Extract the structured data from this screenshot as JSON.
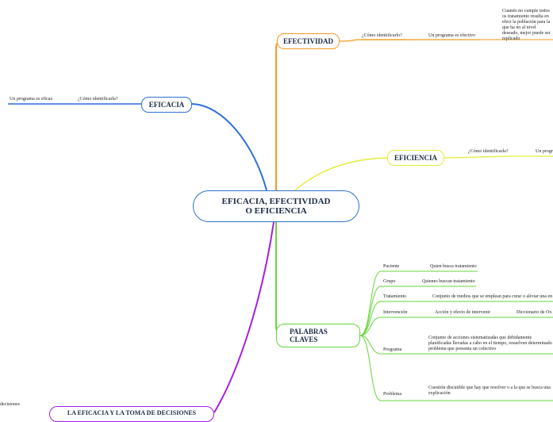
{
  "central": {
    "label": "EFICACIA, EFECTIVIDAD O EFICIENCIA"
  },
  "colors": {
    "central": "#2d72c9",
    "efectividad": "#f39a1e",
    "eficacia": "#2d6fd8",
    "eficiencia": "#e3ec3a",
    "palabras_claves": "#65d63a",
    "toma_decisiones": "#a51ee0"
  },
  "efectividad": {
    "label": "EFECTIVIDAD",
    "question": "¿Cómo identificarlo?",
    "answer": "Un programa es efectivo",
    "detail": "Cuando no cumple todos os tratamiento resulta en efect la población para la que ha no al nivel deseado, mejor puede ser replicado"
  },
  "eficacia": {
    "label": "EFICACIA",
    "question": "¿Cómo identificarla?",
    "answer": "Un programa es eficaz"
  },
  "eficiencia": {
    "label": "EFICIENCIA",
    "question": "¿Cómo identificarla?",
    "answer": "Un progr"
  },
  "palabras_claves": {
    "label": "PALABRAS CLAVES",
    "items": [
      {
        "term": "Paciente",
        "definition": "Quien busca tratamiento",
        "extra": ""
      },
      {
        "term": "Grupo",
        "definition": "Quienes buscan tratamiento",
        "extra": ""
      },
      {
        "term": "Tratamiento",
        "definition": "Conjunto de medios que se emplean para curar o aliviar una en",
        "extra": ""
      },
      {
        "term": "Intervención",
        "definition": "Acción y efecto de intervenir",
        "extra": "Diccionario de Ox"
      },
      {
        "term": "Programa",
        "definition": "Conjunto de acciones sistematizadas que debidamente planificadas llevadas a cabo en el tiempo, resuelven determinado problema que presenta un colectivo",
        "extra": ""
      },
      {
        "term": "Problema",
        "definition": "Cuestión discutible que hay que resolver o a la que se busca una explicación",
        "extra": ""
      }
    ]
  },
  "toma_decisiones": {
    "label": "LA EFICACIA Y LA TOMA DE DECISIONES",
    "edge_text": "decisiones"
  }
}
